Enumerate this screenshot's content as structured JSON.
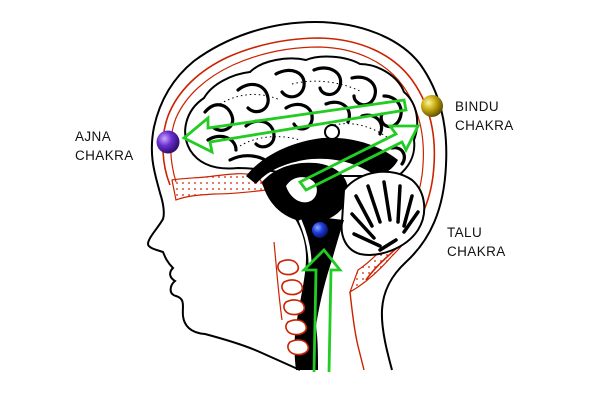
{
  "labels": {
    "ajna": {
      "line1": "AJNA",
      "line2": "CHAKRA"
    },
    "bindu": {
      "line1": "BINDU",
      "line2": "CHAKRA"
    },
    "talu": {
      "line1": "TALU",
      "line2": "CHAKRA"
    }
  },
  "colors": {
    "outline": "#000000",
    "membrane": "#cc2200",
    "arrow": "#22cc22",
    "ajna": "#5522aa",
    "bindu": "#b8a000",
    "talu": "#1133dd"
  }
}
